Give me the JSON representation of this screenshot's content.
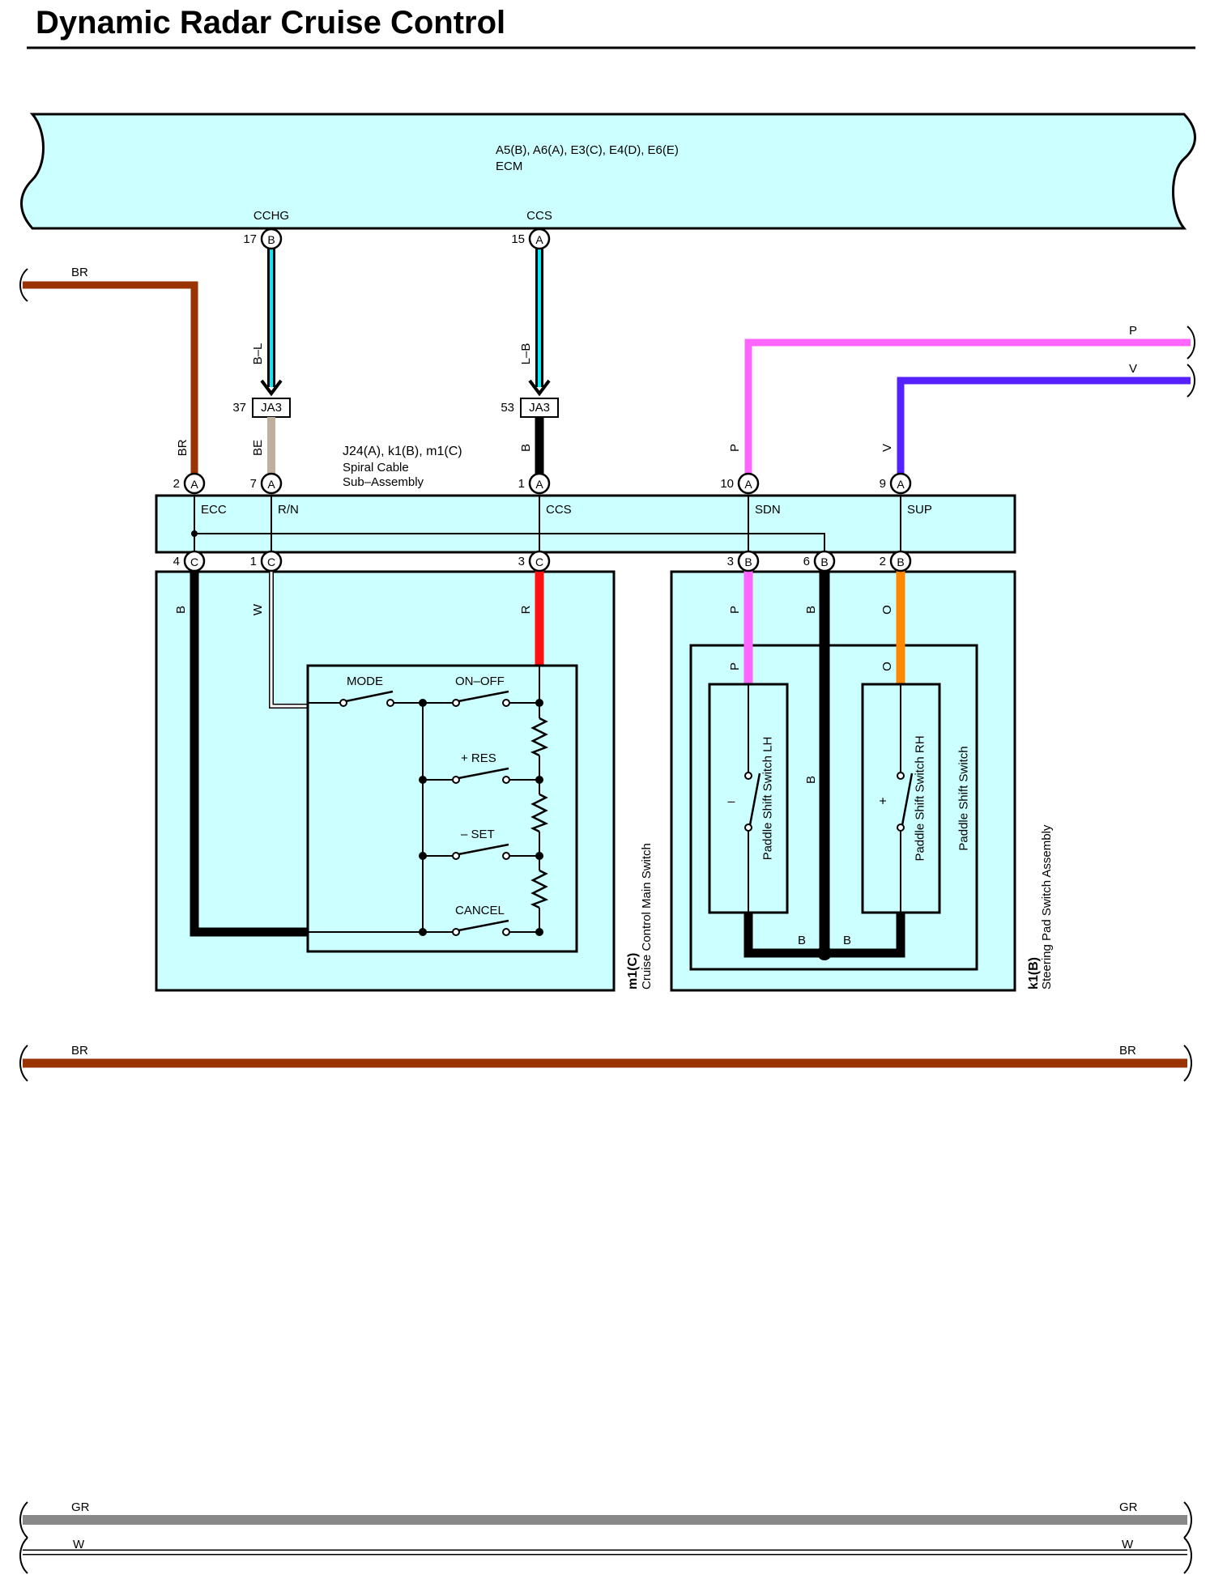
{
  "title": "Dynamic Radar Cruise Control",
  "ecm": {
    "connectors": "A5(B), A6(A), E3(C), E4(D), E6(E)",
    "name": "ECM",
    "pins": {
      "cchg": {
        "name": "CCHG",
        "number": "17",
        "connector": "B"
      },
      "ccs": {
        "name": "CCS",
        "number": "15",
        "connector": "A"
      }
    }
  },
  "junctions": {
    "ja3_left": {
      "label": "JA3",
      "pin": "37"
    },
    "ja3_right": {
      "label": "JA3",
      "pin": "53"
    }
  },
  "spiral_cable": {
    "connectors": "J24(A), k1(B), m1(C)",
    "name_line1": "Spiral Cable",
    "name_line2": "Sub–Assembly",
    "top_pins": [
      {
        "number": "2",
        "connector": "A",
        "name": "ECC"
      },
      {
        "number": "7",
        "connector": "A",
        "name": "R/N"
      },
      {
        "number": "1",
        "connector": "A",
        "name": "CCS"
      },
      {
        "number": "10",
        "connector": "A",
        "name": "SDN"
      },
      {
        "number": "9",
        "connector": "A",
        "name": "SUP"
      }
    ],
    "bottom_pins": [
      {
        "number": "4",
        "connector": "C"
      },
      {
        "number": "1",
        "connector": "C"
      },
      {
        "number": "3",
        "connector": "C"
      },
      {
        "number": "3",
        "connector": "B"
      },
      {
        "number": "6",
        "connector": "B"
      },
      {
        "number": "2",
        "connector": "B"
      }
    ]
  },
  "cruise_switch": {
    "connector": "m1(C)",
    "name": "Cruise Control Main Switch",
    "switches": [
      "MODE",
      "ON–OFF",
      "+ RES",
      "– SET",
      "CANCEL"
    ]
  },
  "steering_pad": {
    "connector": "k1(B)",
    "name": "Steering Pad Switch Assembly",
    "paddle_group": "Paddle Shift Switch",
    "paddle_lh": "Paddle Shift Switch LH",
    "paddle_rh": "Paddle Shift Switch RH",
    "lh_sign": "–",
    "rh_sign": "+"
  },
  "wire_labels": {
    "br": "BR",
    "b_l": "B–L",
    "l_b": "L–B",
    "be": "BE",
    "b": "B",
    "p": "P",
    "v": "V",
    "w": "W",
    "r": "R",
    "o": "O",
    "gr": "GR"
  },
  "colors": {
    "box_fill": "#ccffff",
    "br": "#993300",
    "cyan": "#00eeff",
    "beige": "#bfb09e",
    "pink": "#ff66ff",
    "violet": "#5522ff",
    "red": "#ff1111",
    "orange": "#ff8800",
    "gray": "#888888"
  }
}
